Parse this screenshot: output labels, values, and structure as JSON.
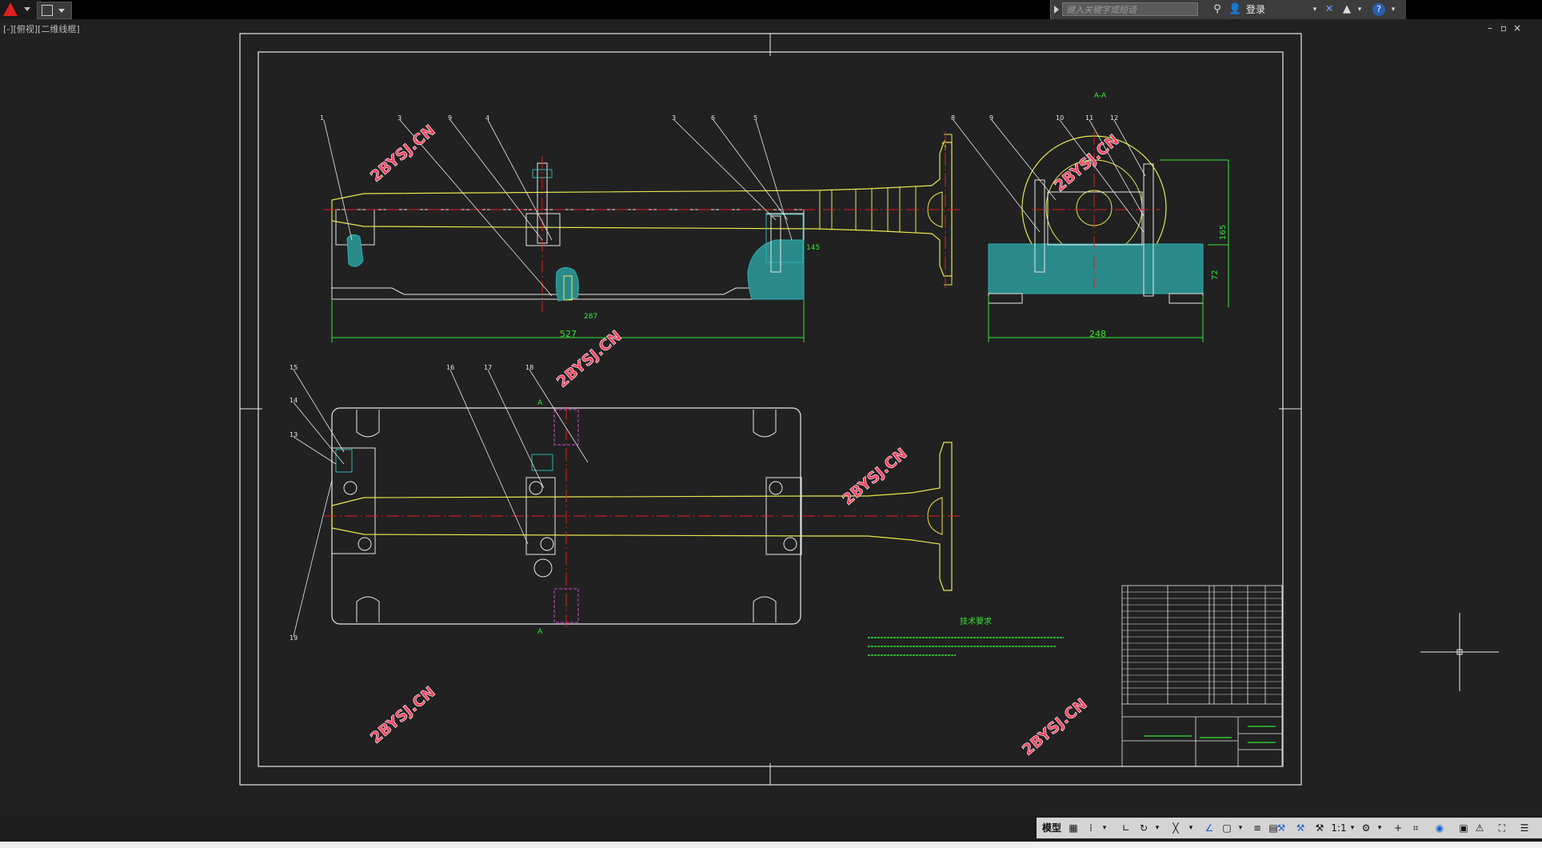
{
  "toolbar": {
    "search_placeholder": "键入关键字或短语",
    "login_label": "登录",
    "help_label": "?"
  },
  "viewport": {
    "label": "[-][俯视][二维线框]"
  },
  "window_controls": {
    "minimize": "–",
    "restore": "▫",
    "close": "×"
  },
  "drawing": {
    "watermark": "2BYSJ.CN",
    "dims": {
      "width_527": "527",
      "width_248": "248",
      "height_165": "165",
      "height_72": "72",
      "small_dim": "287",
      "side_dim": "145"
    },
    "section_label": "A-A",
    "section_mark_top": "A",
    "section_mark_bottom": "A",
    "tech_title": "技术要求",
    "balloons_top": [
      "1",
      "3",
      "9",
      "4",
      "3",
      "6",
      "5",
      "8",
      "9",
      "10",
      "11",
      "12"
    ],
    "balloons_bottom": [
      "15",
      "14",
      "13",
      "16",
      "17",
      "18",
      "19"
    ]
  },
  "statusbar": {
    "model_label": "模型",
    "scale_label": "1:1"
  },
  "colors": {
    "line_white": "#e8e8e8",
    "part_yellow": "#e8e850",
    "dim_green": "#33e633",
    "center_red": "#e02020",
    "hatch_cyan": "#30b0b0",
    "watermark_red": "#ff4060",
    "magenta": "#e040e0"
  }
}
